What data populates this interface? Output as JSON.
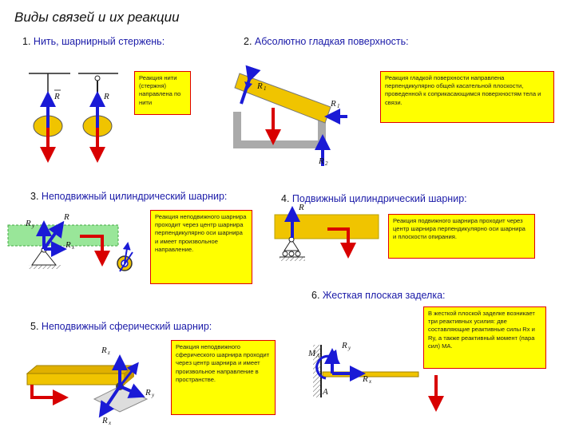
{
  "title": "Виды связей и их реакции",
  "sections": [
    {
      "num": "1.",
      "text": "Нить, шарнирный стержень:",
      "note": "Реакция нити (стержня) направлена по нити"
    },
    {
      "num": "2.",
      "text": "Абсолютно гладкая поверхность:",
      "note": "Реакция гладкой поверхности направлена перпендикулярно общей касательной плоскости, проведенной к соприкасающимся поверхностям тела и связи."
    },
    {
      "num": "3.",
      "text": "Неподвижный цилиндрический шарнир:",
      "note": "Реакция неподвижного шарнира проходит через центр шарнира перпендикулярно оси шарнира и имеет произвольное направление."
    },
    {
      "num": "4.",
      "text": "Подвижный цилиндрический шарнир:",
      "note": "Реакция подвижного шарнира проходит через центр шарнира перпендикулярно оси шарнира и плоскости опирания."
    },
    {
      "num": "5.",
      "text": "Неподвижный сферический шарнир:",
      "note": "Реакция неподвижного сферического шарнира проходит через центр шарнира и имеет произвольное направление в пространстве."
    },
    {
      "num": "6.",
      "text": "Жесткая плоская заделка:",
      "note": "В жесткой плоской заделке возникает три реактивных усилия: две составляющие реактивные силы Rx и Ry, а также реактивный момент (пара сил) MA."
    }
  ],
  "labels": {
    "R": "R",
    "R1": "1",
    "R2": "2",
    "x": "x",
    "y": "y",
    "z": "z",
    "M": "M",
    "A": "A"
  },
  "colors": {
    "reaction": "#1a1ad6",
    "load": "#d80000",
    "body": "#f0c400",
    "support": "#999999",
    "note_bg": "#ffff00",
    "note_border": "#e00000",
    "heading": "#1a1aa8"
  }
}
